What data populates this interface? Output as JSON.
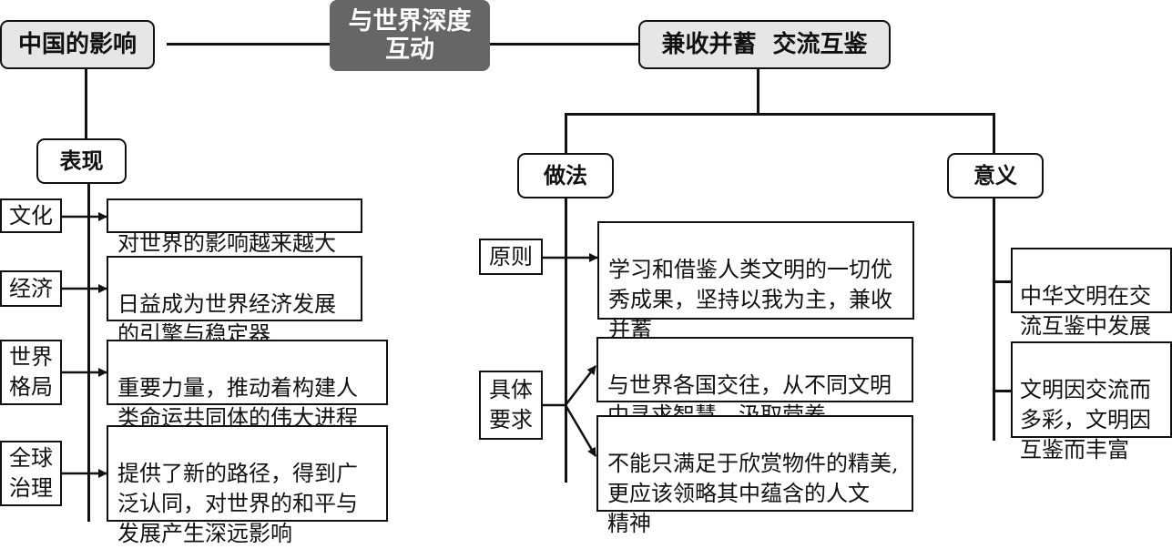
{
  "center": {
    "title_line1": "与世界深度",
    "title_line2": "互动"
  },
  "left": {
    "title": "中国的影响",
    "category": "表现",
    "items": [
      {
        "label": "文化",
        "text": "对世界的影响越来越大"
      },
      {
        "label": "经济",
        "text": "日益成为世界经济发展\n的引擎与稳定器"
      },
      {
        "label": "世界\n格局",
        "text": "重要力量，推动着构建人\n类命运共同体的伟大进程"
      },
      {
        "label": "全球\n治理",
        "text": "提供了新的路径，得到广\n泛认同，对世界的和平与\n发展产生深远影响"
      }
    ]
  },
  "right": {
    "title": "兼收并蓄  交流互鉴",
    "practice": {
      "category": "做法",
      "principle": {
        "label": "原则",
        "text": "学习和借鉴人类文明的一切优\n秀成果，坚持以我为主，兼收\n并蓄"
      },
      "requirements": {
        "label": "具体\n要求",
        "items": [
          "与世界各国交往，从不同文明\n中寻求智慧、汲取营养",
          "不能只满足于欣赏物件的精美,\n更应该领略其中蕴含的人文\n精神"
        ]
      }
    },
    "significance": {
      "category": "意义",
      "items": [
        "中华文明在交\n流互鉴中发展",
        "文明因交流而\n多彩，文明因\n互鉴而丰富"
      ]
    }
  },
  "colors": {
    "center_fill": "#666666",
    "title_fill": "#e6e6e6",
    "line": "#111111"
  }
}
